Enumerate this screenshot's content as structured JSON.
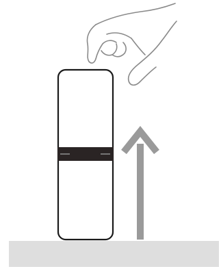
{
  "diagram": {
    "kind": "instruction-illustration",
    "steps": [
      {
        "action": "lift",
        "direction": "up",
        "icons": [
          "hand-icon",
          "device-icon",
          "arrow-up-icon",
          "surface-icon"
        ]
      }
    ],
    "colors": {
      "outline": "#1a1a1a",
      "hand_outline": "#8a8a8a",
      "band": "#2a2424",
      "arrow": "#9a9a9a",
      "surface": "#dedede",
      "background": "#ffffff"
    }
  }
}
